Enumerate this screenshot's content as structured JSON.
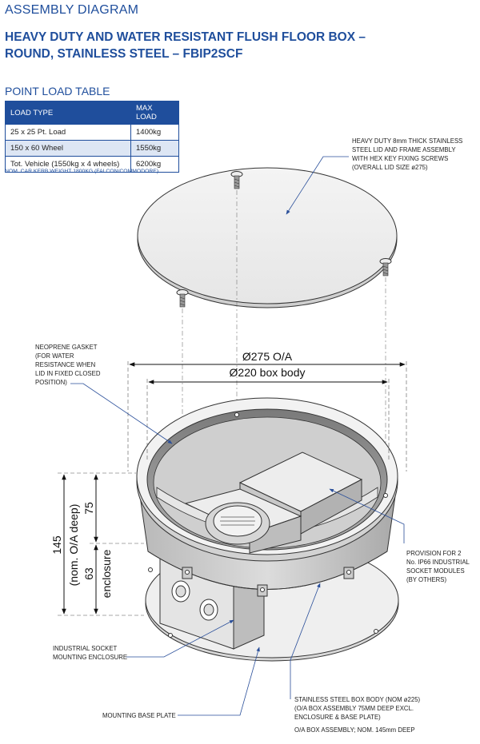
{
  "header": {
    "section_title": "ASSEMBLY DIAGRAM",
    "product_line1": "HEAVY DUTY AND WATER RESISTANT FLUSH FLOOR BOX –",
    "product_line2": "ROUND, STAINLESS STEEL – FBIP2SCF"
  },
  "load_table": {
    "title": "POINT LOAD TABLE",
    "col_headers": [
      "LOAD TYPE",
      "MAX LOAD"
    ],
    "rows": [
      [
        "25 x 25 Pt. Load",
        "1400kg"
      ],
      [
        "150 x 60 Wheel",
        "1550kg"
      ],
      [
        "Tot. Vehicle (1550kg x 4 wheels)",
        "6200kg"
      ]
    ],
    "note": "NOM. CAR KERB WEIGHT 1800KG (FALCON/COMMODORE)"
  },
  "dimensions": {
    "outer_diameter": "Ø275 O/A",
    "body_diameter": "Ø220 box body",
    "overall_height": "145",
    "overall_height_note": "(nom. O/A deep)",
    "upper_height": "75",
    "lower_height": "63",
    "lower_height_note": "enclosure"
  },
  "callouts": {
    "lid": [
      "HEAVY DUTY 8mm THICK STAINLESS",
      "STEEL LID AND FRAME ASSEMBLY",
      "WITH HEX KEY FIXING SCREWS",
      "(OVERALL LID SIZE ø275)"
    ],
    "gasket": [
      "NEOPRENE GASKET",
      "(FOR WATER",
      "RESISTANCE WHEN",
      "LID IN FIXED CLOSED",
      "POSITION)"
    ],
    "provision": [
      "PROVISION FOR 2",
      "No. IP66 INDUSTRIAL",
      "SOCKET MODULES",
      "(BY OTHERS)"
    ],
    "enclosure": [
      "INDUSTRIAL SOCKET",
      "MOUNTING ENCLOSURE"
    ],
    "body": [
      "STAINLESS STEEL BOX BODY (NOM ø225)",
      "(O/A BOX ASSEMBLY 75MM DEEP EXCL.",
      "ENCLOSURE & BASE PLATE)"
    ],
    "body_note": "O/A BOX ASSEMBLY; NOM. 145mm DEEP",
    "base_plate": "MOUNTING BASE PLATE"
  },
  "colors": {
    "brand_blue": "#1f4e9c",
    "table_stripe": "#dde6f4",
    "leader_blue": "#2a4f9a"
  }
}
